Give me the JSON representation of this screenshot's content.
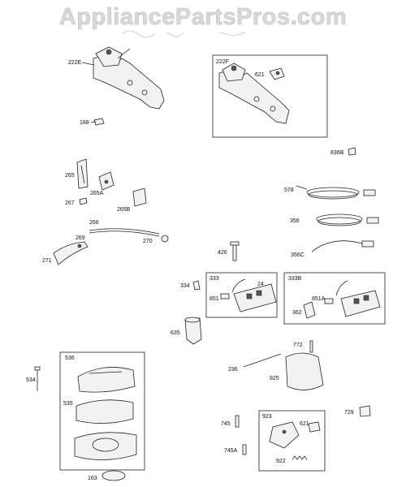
{
  "watermark": "AppliancePartsPros.com",
  "callouts": {
    "p222E": "222E",
    "p222F": "222F",
    "p621a": "621",
    "p188": "188",
    "p836B": "836B",
    "p265": "265",
    "p265A": "265A",
    "p267": "267",
    "p265B": "265B",
    "p266": "266",
    "p269": "269",
    "p270": "270",
    "p271": "271",
    "p578": "578",
    "p356": "356",
    "p356C": "356C",
    "p426": "426",
    "p333": "333",
    "p24": "24",
    "p334": "334",
    "p851": "851",
    "p333B": "333B",
    "p851A": "851A",
    "p362": "362",
    "p635": "635",
    "p536": "536",
    "p534": "534",
    "p535": "535",
    "p163": "163",
    "p772": "772",
    "p236": "236",
    "p925": "925",
    "p729": "729",
    "p923": "923",
    "p621b": "621",
    "p745": "745",
    "p745A": "745A",
    "p922": "922"
  }
}
